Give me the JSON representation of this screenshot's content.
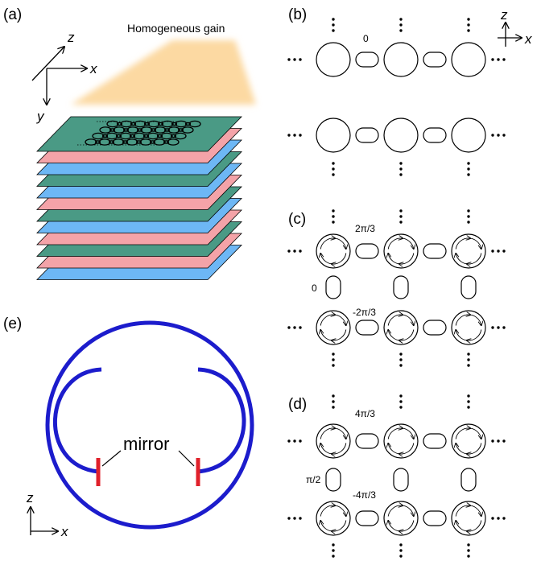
{
  "panels": {
    "a": "(a)",
    "b": "(b)",
    "c": "(c)",
    "d": "(d)",
    "e": "(e)"
  },
  "panel_a": {
    "gain_label": "Homogeneous gain",
    "axis_z": "z",
    "axis_x": "x",
    "axis_y": "y",
    "layer_colors": [
      "#4a9a85",
      "#f4a3a8",
      "#6db7f5",
      "#4a9a85",
      "#6db7f5",
      "#f4a3a8",
      "#4a9a85",
      "#6db7f5",
      "#f4a3a8",
      "#4a9a85",
      "#f4a3a8",
      "#6db7f5"
    ],
    "gain_color": "#fcd9a2"
  },
  "panel_b": {
    "phase_top": "0",
    "axis_z": "z",
    "axis_x": "x"
  },
  "panel_c": {
    "phase_top": "2π/3",
    "phase_left": "0",
    "phase_bottom": "-2π/3"
  },
  "panel_d": {
    "phase_top": "4π/3",
    "phase_left": "π/2",
    "phase_bottom": "-4π/3"
  },
  "panel_e": {
    "mirror_label": "mirror",
    "axis_z": "z",
    "axis_x": "x",
    "loop_color": "#1c1ccc",
    "mirror_color": "#e0202a"
  }
}
